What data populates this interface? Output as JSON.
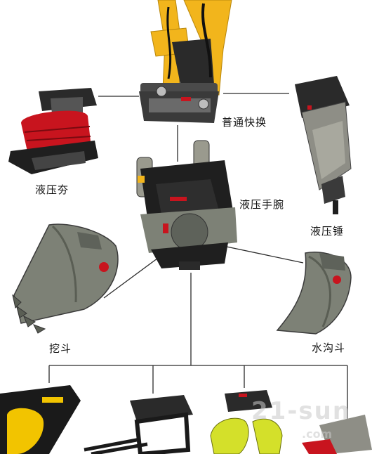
{
  "labels": {
    "quick_coupler": "普通快换",
    "plate_compactor": "液压夯",
    "tiltrotator": "液压手腕",
    "hydraulic_breaker": "液压锤",
    "digging_bucket": "挖斗",
    "ditch_bucket": "水沟斗"
  },
  "watermark": {
    "main": "21-sun",
    "sub": ".com"
  },
  "colors": {
    "boom_yellow": "#f2b51c",
    "attachment_grey": "#7d8176",
    "dark": "#1f1f1f",
    "accent_red": "#c8141e",
    "line": "#2b2b2b"
  }
}
